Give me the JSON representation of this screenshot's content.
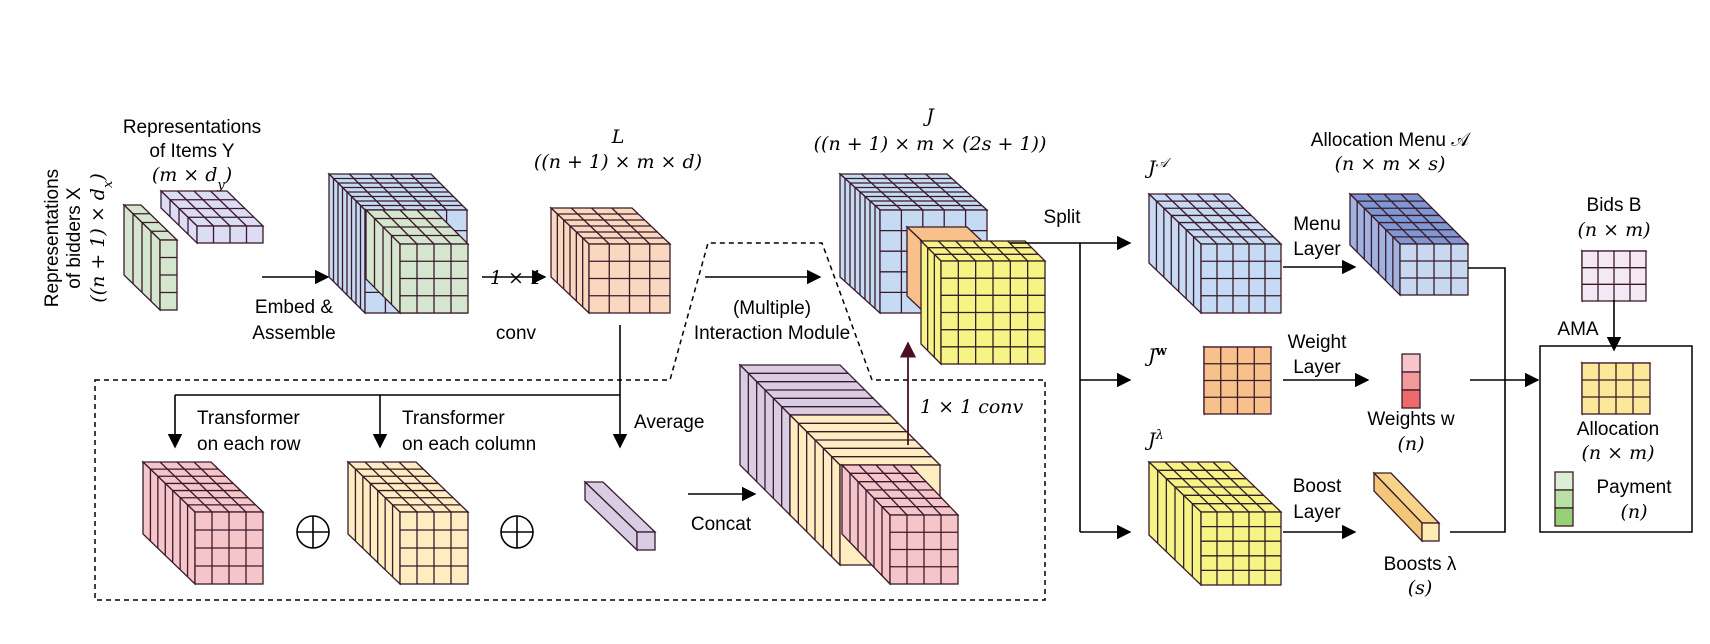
{
  "labels": {
    "rep_items_1": "Representations",
    "rep_items_2": "of Items Y",
    "rep_items_dim": "(m × d",
    "rep_items_dim_sub": "y",
    "rep_items_dim_end": ")",
    "rep_bidders_1": "Representations",
    "rep_bidders_2": "of bidders X",
    "rep_bidders_dim": "((n + 1) × d",
    "rep_bidders_dim_sub": "x",
    "rep_bidders_dim_end": ")",
    "embed_1": "Embed &",
    "embed_2": "Assemble",
    "L": "L",
    "L_dim": "((n + 1) × m × d)",
    "conv_1": "1 × 1",
    "conv_2": "conv",
    "interaction_1": "(Multiple)",
    "interaction_2": "Interaction Module",
    "J": "J",
    "J_dim": "((n + 1) × m × (2s + 1))",
    "conv_up": "1 × 1 conv",
    "split": "Split",
    "JA": "J",
    "JA_sup": "𝒜",
    "Jw": "J",
    "Jw_sup": "w",
    "Jl": "J",
    "Jl_sup": "λ",
    "menu_layer_1": "Menu",
    "menu_layer_2": "Layer",
    "weight_layer_1": "Weight",
    "weight_layer_2": "Layer",
    "boost_layer_1": "Boost",
    "boost_layer_2": "Layer",
    "alloc_menu_1": "Allocation Menu 𝒜",
    "alloc_menu_2": "(n × m × s)",
    "weights_1": "Weights w",
    "weights_2": "(n)",
    "boosts_1": "Boosts λ",
    "boosts_2": "(s)",
    "bids_1": "Bids B",
    "bids_2": "(n × m)",
    "ama": "AMA",
    "allocation_1": "Allocation",
    "allocation_2": "(n × m)",
    "payment_1": "Payment",
    "payment_2": "(n)",
    "trans_row_1": "Transformer",
    "trans_row_2": "on each row",
    "trans_col_1": "Transformer",
    "trans_col_2": "on each column",
    "average": "Average",
    "concat": "Concat",
    "oplus": "⊕"
  },
  "colors": {
    "blue": "#c6daf3",
    "green": "#d5e6cf",
    "lavender": "#dcdcf5",
    "peach": "#fad8c0",
    "orange": "#f8c08a",
    "yellow": "#f5f586",
    "pink": "#f5c5ca",
    "cream": "#fdedc0",
    "purple": "#d8cde3",
    "navy": "#8fa5d8",
    "red": "#ee7777"
  }
}
